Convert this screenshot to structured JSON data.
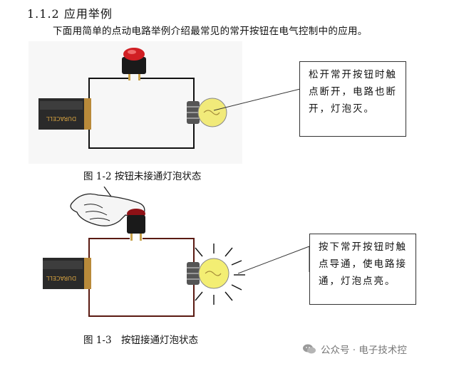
{
  "section": {
    "number": "1.1.2",
    "title": "应用举例"
  },
  "intro": "下面用简单的点动电路举例介绍最常见的常开按钮在电气控制中的应用。",
  "figures": [
    {
      "battery_label": "DURACELL",
      "callout": "松开常开按钮时触点断开，电路也断开，灯泡灭。",
      "caption": "图 1-2 按钮未接通灯泡状态"
    },
    {
      "battery_label": "DURACELL",
      "callout": "按下常开按钮时触点导通，使电路接通，灯泡点亮。",
      "caption": "图 1-3　按钮接通灯泡状态"
    }
  ],
  "watermark": "公众号 · 电子技术控",
  "colors": {
    "wire": "#111111",
    "wire_on": "#5a1a12",
    "button": "#c8191e",
    "bulb_off": "#f1ea7a",
    "bulb_on": "#f3ee73"
  }
}
